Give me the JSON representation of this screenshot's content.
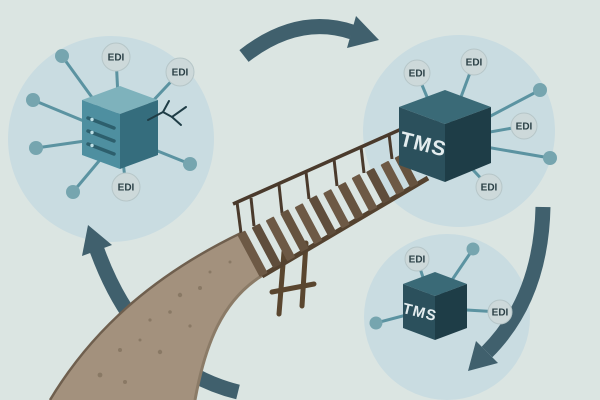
{
  "illustration_name": "edi-to-tms-migration-bridge",
  "colors": {
    "background": "#dbe5e2",
    "hub_circle": "#c9dce1",
    "arrow": "#40606d",
    "server_cube_front": "#4e8fa0",
    "server_cube_top": "#7eb2bc",
    "server_cube_side": "#356d7d",
    "tms_cube_front": "#2b505c",
    "tms_cube_top": "#3a6a77",
    "tms_cube_side": "#1e3d47",
    "badge_fill": "#cdd9da",
    "badge_text": "#2c4147",
    "node_dot": "#76a5af",
    "spoke": "#5b93a1",
    "bridge_ramp": "#a3917d",
    "bridge_plank": "#6d5945",
    "bridge_rail": "#4a3a2c"
  },
  "hubs": {
    "left": {
      "badges": [
        "EDI",
        "EDI",
        "EDI"
      ]
    },
    "top_right": {
      "cube_label": "TMS",
      "badges": [
        "EDI",
        "EDI",
        "EDI",
        "EDI"
      ]
    },
    "bottom_right": {
      "cube_label": "TMS",
      "badges": [
        "EDI",
        "EDI"
      ]
    }
  }
}
